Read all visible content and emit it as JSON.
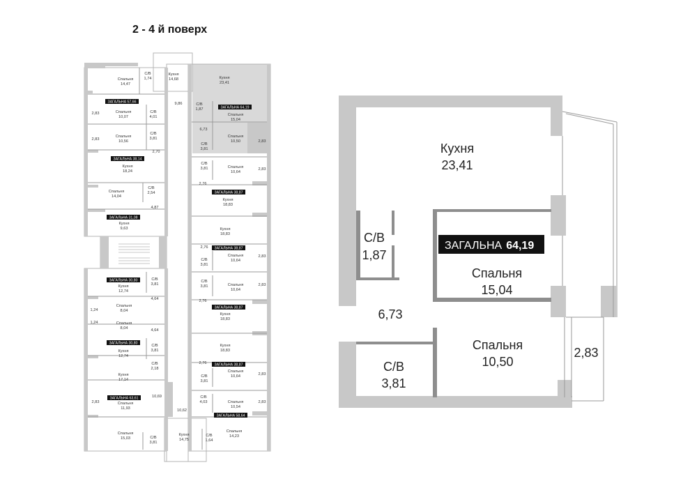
{
  "page": {
    "title": "2 - 4 й поверх"
  },
  "key_plan": {
    "labels": {
      "l1": "Спальня",
      "l2": "14,47",
      "l3": "С/В",
      "l4": "1,74",
      "l5": "Кухня",
      "l6": "14,68",
      "l7": "Кухня",
      "l8": "23,41",
      "l9": "9,86",
      "l10": "2,83",
      "l11": "Спальня",
      "l12": "10,07",
      "l13": "С/В",
      "l14": "4,01",
      "l15": "С/В",
      "l16": "1,87",
      "l17": "Спальня",
      "l18": "15,04",
      "l19": "6,73",
      "l20": "2,83",
      "l21": "Спальня",
      "l22": "10,56",
      "l23": "С/В",
      "l24": "3,81",
      "l25": "С/В",
      "l26": "3,81",
      "l27": "Спальня",
      "l28": "10,50",
      "l29": "2,83",
      "l30": "2,70",
      "l31": "Кухня",
      "l32": "18,24",
      "l33": "С/В",
      "l34": "3,81",
      "l35": "Спальня",
      "l36": "10,64",
      "l37": "2,83",
      "l38": "2,76",
      "l39": "Спальня",
      "l40": "14,04",
      "l41": "С/В",
      "l42": "2,54",
      "l43": "Кухня",
      "l44": "18,83",
      "l45": "4,87",
      "l46": "Кухня",
      "l47": "9,63",
      "l48": "Кухня",
      "l49": "18,83",
      "l50": "2,76",
      "l51": "С/В",
      "l52": "3,81",
      "l53": "Спальня",
      "l54": "10,64",
      "l55": "2,83",
      "l56": "Кухня",
      "l57": "12,74",
      "l58": "С/В",
      "l59": "3,81",
      "l60": "С/В",
      "l61": "3,81",
      "l62": "Спальня",
      "l63": "10,64",
      "l64": "2,83",
      "l65": "4,64",
      "l66": "2,76",
      "l67": "1,24",
      "l68": "Спальня",
      "l69": "8,04",
      "l70": "Кухня",
      "l71": "18,83",
      "l72": "1,24",
      "l73": "Спальня",
      "l74": "8,04",
      "l75": "4,64",
      "l76": "Кухня",
      "l77": "18,83",
      "l78": "Кухня",
      "l79": "12,74",
      "l80": "С/В",
      "l81": "3,81",
      "l82": "2,76",
      "l83": "С/В",
      "l84": "2,18",
      "l85": "С/В",
      "l86": "3,81",
      "l87": "Спальня",
      "l88": "10,64",
      "l89": "2,83",
      "l90": "Кухня",
      "l91": "17,14",
      "l92": "10,69",
      "l93": "С/В",
      "l94": "4,03",
      "l95": "Спальня",
      "l96": "10,54",
      "l97": "2,83",
      "l98": "2,83",
      "l99": "Спальня",
      "l100": "11,93",
      "l101": "10,62",
      "l102": "Спальня",
      "l103": "15,03",
      "l104": "С/В",
      "l105": "3,81",
      "l106": "Кухня",
      "l107": "14,75",
      "l108": "С/В",
      "l109": "1,64",
      "l110": "Спальня",
      "l111": "14,23"
    },
    "badges": {
      "b1": "ЗАГАЛЬНА 57,66",
      "b2": "ЗАГАЛЬНА 64,19",
      "b3": "ЗАГАЛЬНА 38,14",
      "b4": "ЗАГАЛЬНА 38,87",
      "b5": "ЗАГАЛЬНА 31,08",
      "b6": "ЗАГАЛЬНА 38,87",
      "b7": "ЗАГАЛЬНА 30,80",
      "b8": "ЗАГАЛЬНА 38,87",
      "b9": "ЗАГАЛЬНА 30,80",
      "b10": "ЗАГАЛЬНА 38,87",
      "b11": "ЗАГАЛЬНА 63,61",
      "b12": "ЗАГАЛЬНА 58,64"
    }
  },
  "unit_plan": {
    "total_prefix": "ЗАГАЛЬНА",
    "total_value": "64,19",
    "rooms": {
      "kitchen_name": "Кухня",
      "kitchen_area": "23,41",
      "bath1_name": "С/В",
      "bath1_area": "1,87",
      "bedroom1_name": "Спальня",
      "bedroom1_area": "15,04",
      "hall_area": "6,73",
      "bath2_name": "С/В",
      "bath2_area": "3,81",
      "bedroom2_name": "Спальня",
      "bedroom2_area": "10,50",
      "balcony_area": "2,83"
    }
  },
  "colors": {
    "wall": "#c8c8c8",
    "highlight": "#d9d9d9",
    "badge": "#111111",
    "line": "#9a9a9a"
  }
}
